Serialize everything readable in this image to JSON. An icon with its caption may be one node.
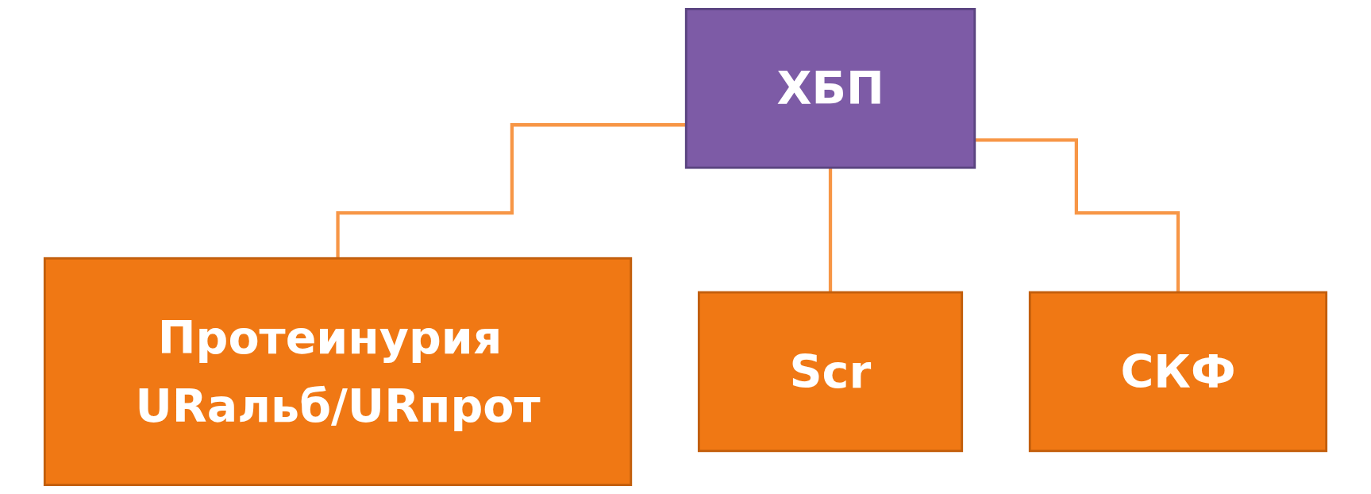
{
  "diagram": {
    "nodes": [
      {
        "text": [
          "ХБП"
        ]
      },
      {
        "text": [
          "Протеинурия URальб/URпрот"
        ]
      },
      {
        "text": [
          "Scr"
        ]
      },
      {
        "text": [
          "СКФ"
        ]
      }
    ],
    "edges": [
      {
        "from": 0,
        "to": 1,
        "arrow": "none"
      },
      {
        "from": 0,
        "to": 2,
        "arrow": "none"
      },
      {
        "from": 0,
        "to": 3,
        "arrow": "none"
      }
    ]
  }
}
